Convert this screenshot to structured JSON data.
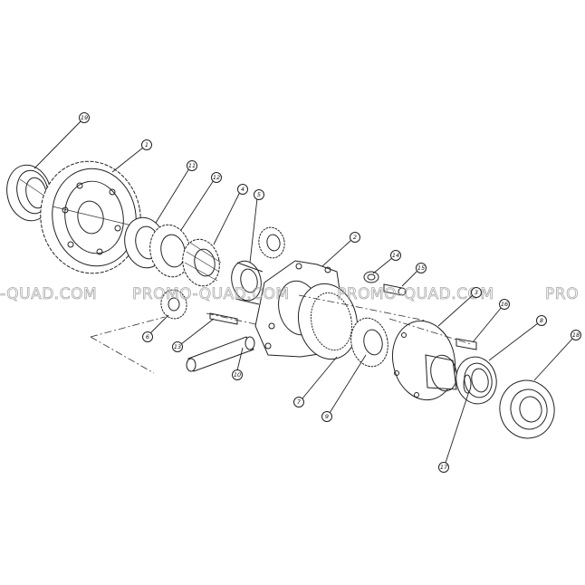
{
  "watermark": {
    "segments": [
      "-QUAD.COM",
      "PROMO-QUAD.COM",
      "PROMO-QUAD.COM",
      "PRO"
    ]
  },
  "callouts": [
    {
      "id": "1",
      "label": "1"
    },
    {
      "id": "2",
      "label": "2"
    },
    {
      "id": "3",
      "label": "3"
    },
    {
      "id": "4",
      "label": "4"
    },
    {
      "id": "5",
      "label": "5"
    },
    {
      "id": "6",
      "label": "6"
    },
    {
      "id": "7",
      "label": "7"
    },
    {
      "id": "8",
      "label": "8"
    },
    {
      "id": "9",
      "label": "9"
    },
    {
      "id": "10",
      "label": "10"
    },
    {
      "id": "11",
      "label": "11"
    },
    {
      "id": "12",
      "label": "12"
    },
    {
      "id": "13",
      "label": "13"
    },
    {
      "id": "14",
      "label": "14"
    },
    {
      "id": "15",
      "label": "15"
    },
    {
      "id": "16",
      "label": "16"
    },
    {
      "id": "17",
      "label": "17"
    },
    {
      "id": "18",
      "label": "18"
    },
    {
      "id": "19",
      "label": "19"
    }
  ]
}
